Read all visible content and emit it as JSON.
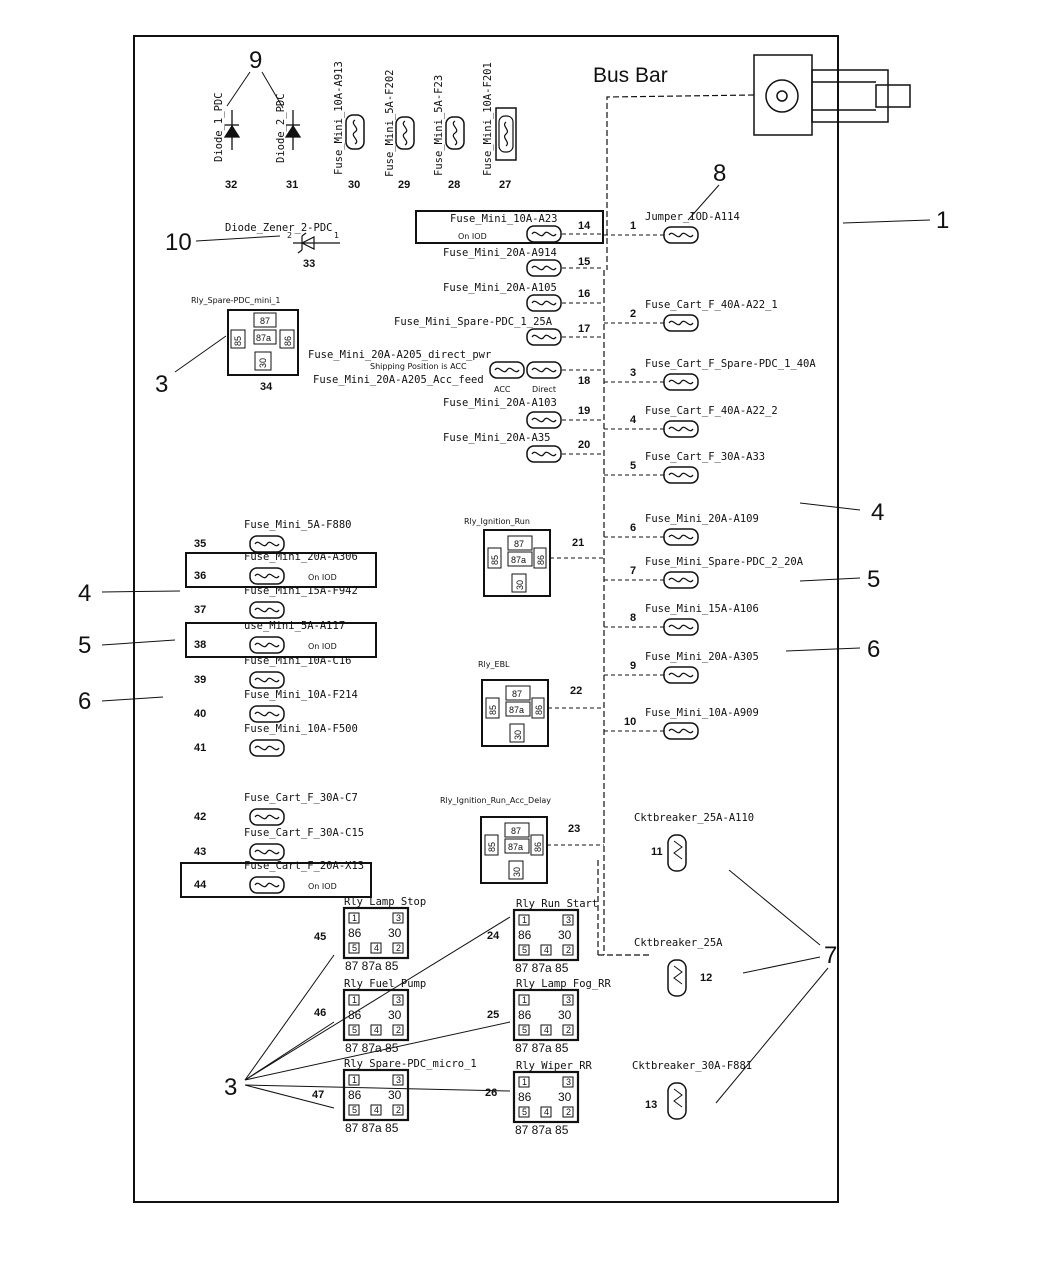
{
  "title": "Bus Bar",
  "callouts": {
    "c1": "1",
    "c3a": "3",
    "c3b": "3",
    "c4a": "4",
    "c4b": "4",
    "c5a": "5",
    "c5b": "5",
    "c6a": "6",
    "c6b": "6",
    "c7": "7",
    "c8": "8",
    "c9": "9",
    "c10": "10"
  },
  "top_components": [
    {
      "label": "Diode_1_PDC",
      "num": "32"
    },
    {
      "label": "Diode_2_PDC",
      "num": "31"
    },
    {
      "label": "Fuse_Mini_10A-A913",
      "num": "30"
    },
    {
      "label": "Fuse_Mini_5A-F202",
      "num": "29"
    },
    {
      "label": "Fuse_Mini_5A-F23",
      "num": "28"
    },
    {
      "label": "Fuse_Mini_10A-F201",
      "num": "27"
    }
  ],
  "zener": {
    "label": "Diode_Zener_2-PDC",
    "num": "33"
  },
  "relay34": {
    "label": "Rly_Spare-PDC_mini_1",
    "num": "34"
  },
  "center_fuses": [
    {
      "label": "Fuse_Mini_10A-A23",
      "num": "14",
      "note": "On IOD"
    },
    {
      "label": "Fuse_Mini_20A-A914",
      "num": "15"
    },
    {
      "label": "Fuse_Mini_20A-A105",
      "num": "16"
    },
    {
      "label": "Fuse_Mini_Spare-PDC_1_25A",
      "num": "17"
    },
    {
      "label": "Fuse_Mini_20A-A103",
      "num": "19"
    },
    {
      "label": "Fuse_Mini_20A-A35",
      "num": "20"
    }
  ],
  "fuse18": {
    "label1": "Fuse_Mini_20A-A205_direct_pwr",
    "label2": "Fuse_Mini_20A-A205_Acc_feed",
    "shipping": "Shipping Position is ACC",
    "acc": "ACC",
    "direct": "Direct",
    "num": "18"
  },
  "right_components": [
    {
      "num": "1",
      "label": "Jumper_IOD-A114"
    },
    {
      "num": "2",
      "label": "Fuse_Cart_F_40A-A22_1"
    },
    {
      "num": "3",
      "label": "Fuse_Cart_F_Spare-PDC_1_40A"
    },
    {
      "num": "4",
      "label": "Fuse_Cart_F_40A-A22_2"
    },
    {
      "num": "5",
      "label": "Fuse_Cart_F_30A-A33"
    },
    {
      "num": "6",
      "label": "Fuse_Mini_20A-A109"
    },
    {
      "num": "7",
      "label": "Fuse_Mini_Spare-PDC_2_20A"
    },
    {
      "num": "8",
      "label": "Fuse_Mini_15A-A106"
    },
    {
      "num": "9",
      "label": "Fuse_Mini_20A-A305"
    },
    {
      "num": "10",
      "label": "Fuse_Mini_10A-A909"
    }
  ],
  "breakers": [
    {
      "num": "11",
      "label": "Cktbreaker_25A-A110"
    },
    {
      "num": "12",
      "label": "Cktbreaker_25A"
    },
    {
      "num": "13",
      "label": "Cktbreaker_30A-F881"
    }
  ],
  "center_relays": [
    {
      "num": "21",
      "label": "Rly_Ignition_Run"
    },
    {
      "num": "22",
      "label": "Rly_EBL"
    },
    {
      "num": "23",
      "label": "Rly_Ignition_Run_Acc_Delay"
    }
  ],
  "left_fuses": [
    {
      "num": "35",
      "label": "Fuse_Mini_5A-F880",
      "note": ""
    },
    {
      "num": "36",
      "label": "Fuse_Mini_20A-A306",
      "note": "On IOD"
    },
    {
      "num": "37",
      "label": "Fuse_Mini_15A-F942",
      "note": ""
    },
    {
      "num": "38",
      "label": "use_Mini_5A-A117",
      "note": "On IOD"
    },
    {
      "num": "39",
      "label": "Fuse_Mini_10A-C16",
      "note": ""
    },
    {
      "num": "40",
      "label": "Fuse_Mini_10A-F214",
      "note": ""
    },
    {
      "num": "41",
      "label": "Fuse_Mini_10A-F500",
      "note": ""
    },
    {
      "num": "42",
      "label": "Fuse_Cart_F_30A-C7",
      "note": ""
    },
    {
      "num": "43",
      "label": "Fuse_Cart_F_30A-C15",
      "note": ""
    },
    {
      "num": "44",
      "label": "Fuse_Cart_F_20A-X13",
      "note": "On IOD"
    }
  ],
  "micro_relays": [
    {
      "num": "45",
      "label": "Rly_Lamp_Stop"
    },
    {
      "num": "46",
      "label": "Rly_Fuel_Pump"
    },
    {
      "num": "47",
      "label": "Rly_Spare-PDC_micro_1"
    },
    {
      "num": "24",
      "label": "Rly_Run_Start"
    },
    {
      "num": "25",
      "label": "Rly_Lamp_Fog_RR"
    },
    {
      "num": "26",
      "label": "Rly_Wiper_RR"
    }
  ],
  "micro_pin_labels": {
    "p86": "86",
    "p30": "30",
    "bottom": "87 87a 85"
  },
  "mini_relay_pins": {
    "p85": "85",
    "p86": "86",
    "p30": "30",
    "p87": "87",
    "p87a": "87a"
  }
}
